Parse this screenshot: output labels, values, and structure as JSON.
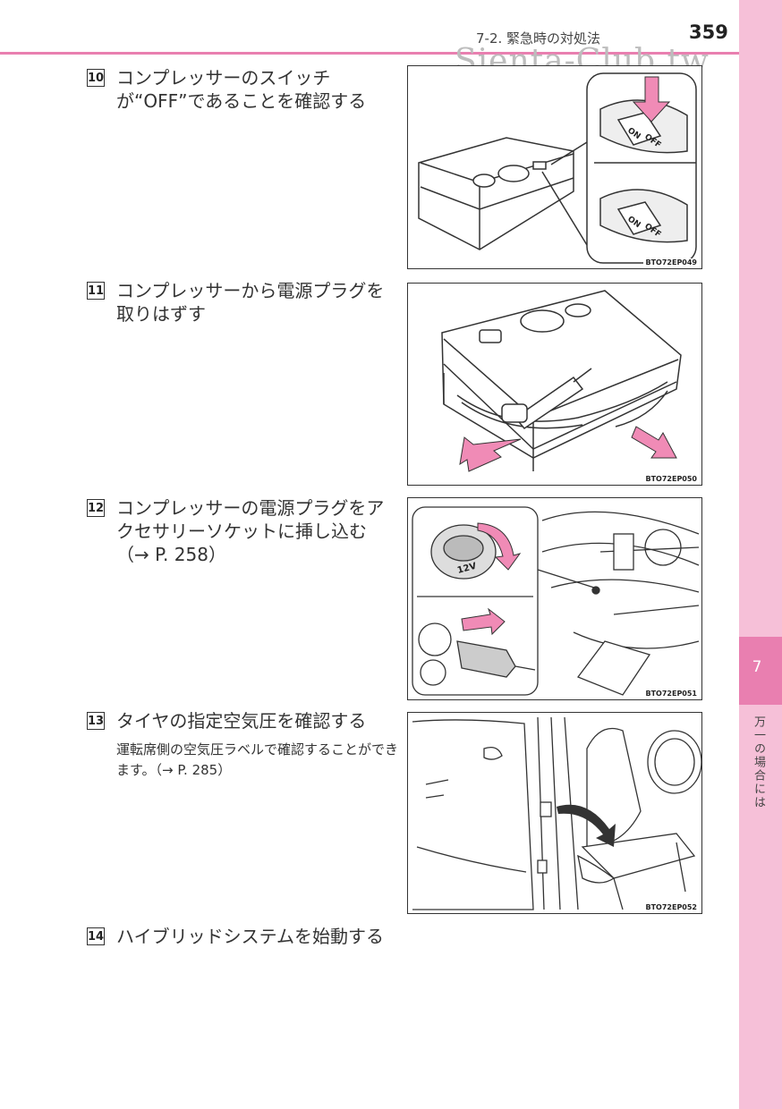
{
  "header": {
    "section_title": "7-2. 緊急時の対処法",
    "page_number": "359",
    "watermark": "Sienta-Club.tw"
  },
  "sidebar": {
    "chapter_number": "7",
    "chapter_label": "万一の場合には"
  },
  "steps": [
    {
      "number": "10",
      "text": "コンプレッサーのスイッチが“OFF”であることを確認する",
      "figure_code": "BTO72EP049",
      "figure_labels": [
        "ON",
        "OFF",
        "ON",
        "OFF"
      ]
    },
    {
      "number": "11",
      "text": "コンプレッサーから電源プラグを取りはずす",
      "figure_code": "BTO72EP050"
    },
    {
      "number": "12",
      "text": "コンプレッサーの電源プラグをアクセサリーソケットに挿し込む（→ P. 258）",
      "figure_code": "BTO72EP051",
      "figure_labels": [
        "12V"
      ]
    },
    {
      "number": "13",
      "text": "タイヤの指定空気圧を確認する",
      "subtext": "運転席側の空気圧ラベルで確認することができます。（→ P. 285）",
      "figure_code": "BTO72EP052"
    },
    {
      "number": "14",
      "text": "ハイブリッドシステムを始動する"
    }
  ],
  "colors": {
    "accent": "#e97fb0",
    "sidebar": "#f6c0d8",
    "arrow": "#f08bb6"
  }
}
